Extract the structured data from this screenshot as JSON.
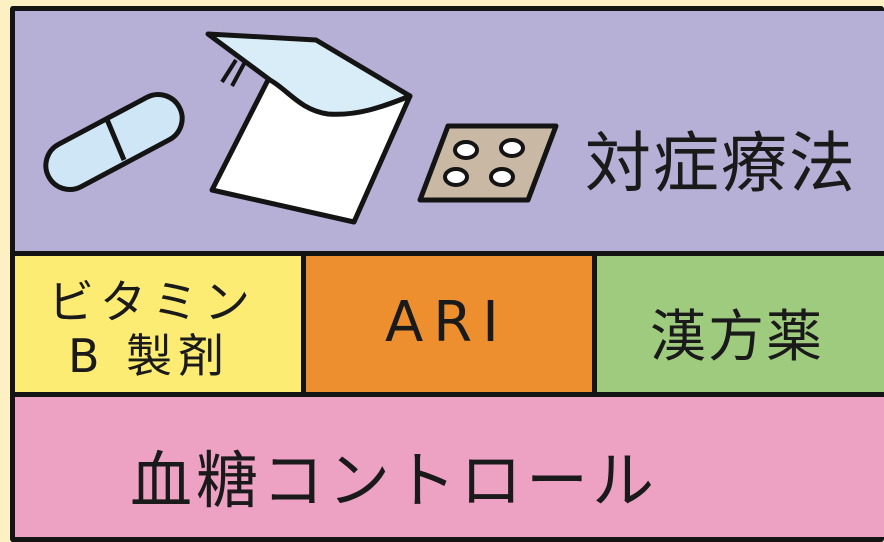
{
  "colors": {
    "background": "#fdf1c4",
    "outline": "#141414",
    "top_band": "#b7b0d6",
    "vitamin_b": "#fcec74",
    "ari": "#ee8f2f",
    "kampo": "#9fcb7f",
    "glucose": "#eea2c3",
    "pill": "#cfe6f6",
    "patch_film": "#d9edf8",
    "blister": "#c9b9a4"
  },
  "top_band": {
    "label": "対症療法",
    "icons": [
      "capsule-icon",
      "patch-icon",
      "blister-pack-icon"
    ]
  },
  "middle": {
    "vitamin_b_line1": "ビタミン",
    "vitamin_b_line2": "B 製剤",
    "ari": "ARI",
    "kampo": "漢方薬"
  },
  "bottom": {
    "label": "血糖コントロール"
  }
}
